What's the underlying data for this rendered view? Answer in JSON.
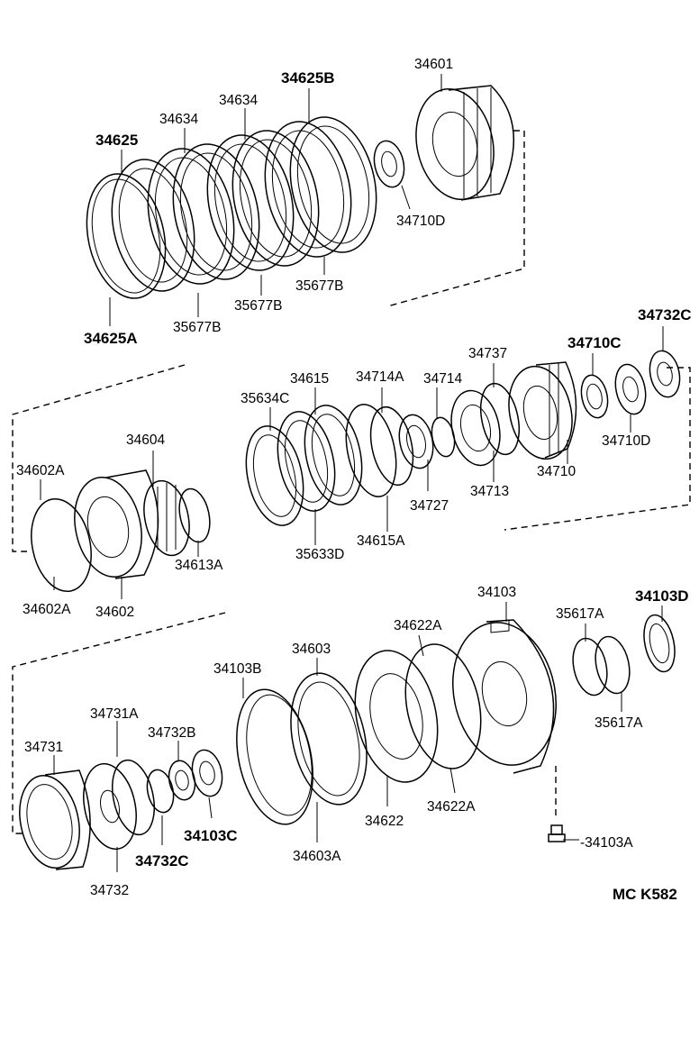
{
  "labels": {
    "p34601": "34601",
    "p34625B": "34625B",
    "p34634a": "34634",
    "p34634b": "34634",
    "p34625": "34625",
    "p34710D_top": "34710D",
    "p35677B_a": "35677B",
    "p35677B_b": "35677B",
    "p35677B_c": "35677B",
    "p34625A": "34625A",
    "p34732C_top": "34732C",
    "p34710C": "34710C",
    "p34737": "34737",
    "p34714A": "34714A",
    "p34714": "34714",
    "p34615": "34615",
    "p35634C": "35634C",
    "p34604": "34604",
    "p34602A_top": "34602A",
    "p34710D_mid": "34710D",
    "p34710": "34710",
    "p34713": "34713",
    "p34727": "34727",
    "p34615A": "34615A",
    "p35633D": "35633D",
    "p34613A": "34613A",
    "p34602A_bot": "34602A",
    "p34602": "34602",
    "p34103": "34103",
    "p34622A_top": "34622A",
    "p34603": "34603",
    "p35617A_top": "35617A",
    "p34103D": "34103D",
    "p34103B": "34103B",
    "p34731A": "34731A",
    "p34732B": "34732B",
    "p34731": "34731",
    "p35617A_bot": "35617A",
    "p34103C": "34103C",
    "p34622": "34622",
    "p34622A_bot": "34622A",
    "p34603A": "34603A",
    "p34732C_bot": "34732C",
    "p34103A": "-34103A",
    "p34732": "34732",
    "ref_code": "MC K582"
  }
}
